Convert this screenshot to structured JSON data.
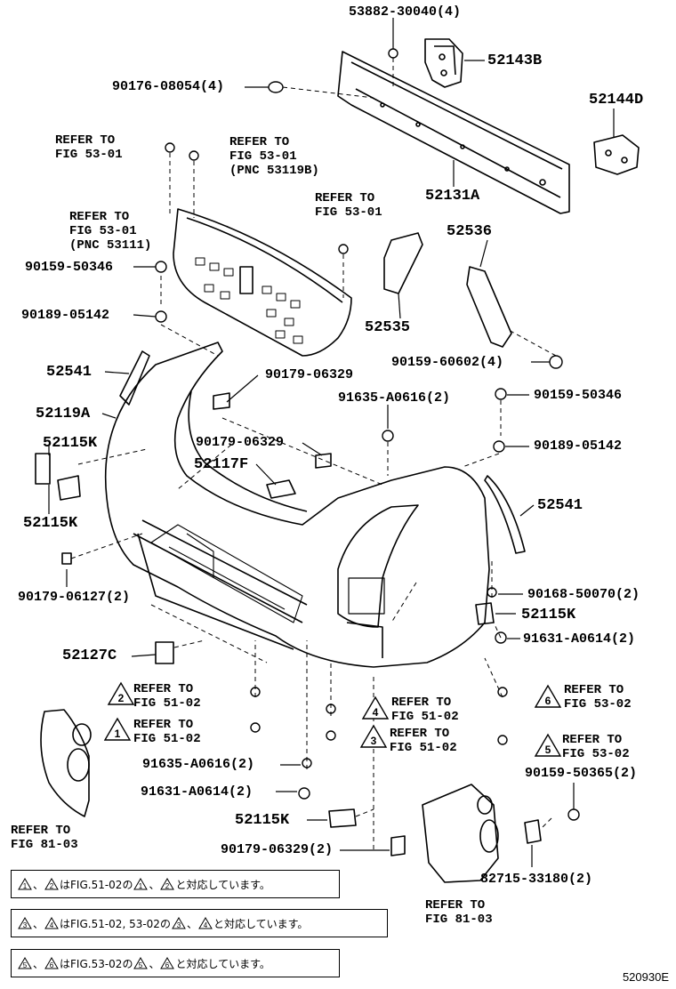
{
  "labels": {
    "p53882": "53882-30040(4)",
    "p52143B": "52143B",
    "p90176": "90176-08054(4)",
    "p52144D": "52144D",
    "p52131A": "52131A",
    "p52536": "52536",
    "p52535": "52535",
    "p90159_50346_left": "90159-50346",
    "p90189_05142_left": "90189-05142",
    "p90159_60602": "90159-60602(4)",
    "p52541_left": "52541",
    "p90179_06329_a": "90179-06329",
    "p91635_top": "91635-A0616(2)",
    "p90159_50346_right": "90159-50346",
    "p52119A": "52119A",
    "p52115K_a": "52115K",
    "p90179_06329_b": "90179-06329",
    "p90189_05142_right": "90189-05142",
    "p52117F": "52117F",
    "p52115K_b": "52115K",
    "p52541_right": "52541",
    "p90179_06127": "90179-06127(2)",
    "p90168": "90168-50070(2)",
    "p52115K_c": "52115K",
    "p91631_right": "91631-A0614(2)",
    "p52127C": "52127C",
    "p91635_bottom": "91635-A0616(2)",
    "p91631_bottom": "91631-A0614(2)",
    "p52115K_d": "52115K",
    "p90179_06329_c": "90179-06329(2)",
    "p90159_50365": "90159-50365(2)",
    "p82715": "82715-33180(2)"
  },
  "refs": {
    "fig53_01_a": [
      "REFER TO",
      "FIG 53-01"
    ],
    "fig53_01_b": [
      "REFER TO",
      "FIG 53-01",
      "(PNC 53119B)"
    ],
    "fig53_01_c": [
      "REFER TO",
      "FIG 53-01",
      "(PNC 53111)"
    ],
    "fig53_01_d": [
      "REFER TO",
      "FIG 53-01"
    ],
    "tri2": [
      "REFER TO",
      "FIG 51-02"
    ],
    "tri1": [
      "REFER TO",
      "FIG 51-02"
    ],
    "tri4": [
      "REFER TO",
      "FIG 51-02"
    ],
    "tri3": [
      "REFER TO",
      "FIG 51-02"
    ],
    "tri6": [
      "REFER TO",
      "FIG 53-02"
    ],
    "tri5": [
      "REFER TO",
      "FIG 53-02"
    ],
    "fig81_left": [
      "REFER TO",
      "FIG 81-03"
    ],
    "fig81_right": [
      "REFER TO",
      "FIG 81-03"
    ]
  },
  "triangle_numbers": {
    "t2": "2",
    "t1": "1",
    "t4": "4",
    "t3": "3",
    "t6": "6",
    "t5": "5"
  },
  "notes": {
    "n1": {
      "a": "1",
      "b": "2",
      "mid": "はFIG.51-02の",
      "c": "1",
      "d": "2",
      "end": "と対応しています。"
    },
    "n2": {
      "a": "3",
      "b": "4",
      "mid": "はFIG.51-02, 53-02の",
      "c": "3",
      "d": "4",
      "end": "と対応しています。"
    },
    "n3": {
      "a": "5",
      "b": "6",
      "mid": "はFIG.53-02の",
      "c": "5",
      "d": "6",
      "end": "と対応しています。"
    },
    "sep": "、"
  },
  "diagram_code": "520930E"
}
